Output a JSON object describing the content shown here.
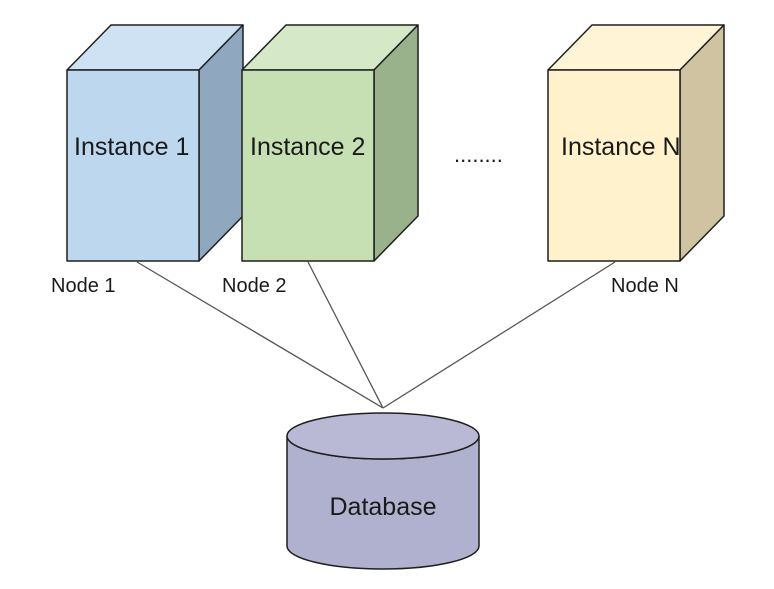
{
  "instances": [
    {
      "label": "Instance 1",
      "node_label": "Node 1",
      "colors": {
        "front": "#bdd7ee",
        "top": "#cfe2f3",
        "side": "#8fa8c0"
      }
    },
    {
      "label": "Instance 2",
      "node_label": "Node 2",
      "colors": {
        "front": "#c6e0b4",
        "top": "#d5e8c8",
        "side": "#9ab28b"
      }
    },
    {
      "label": "Instance N",
      "node_label": "Node N",
      "colors": {
        "front": "#fff2cc",
        "top": "#fff5d6",
        "side": "#cfc3a1"
      }
    }
  ],
  "ellipsis": "........",
  "database": {
    "label": "Database",
    "colors": {
      "body": "#b0b0cf",
      "top": "#b9b9d6"
    }
  }
}
